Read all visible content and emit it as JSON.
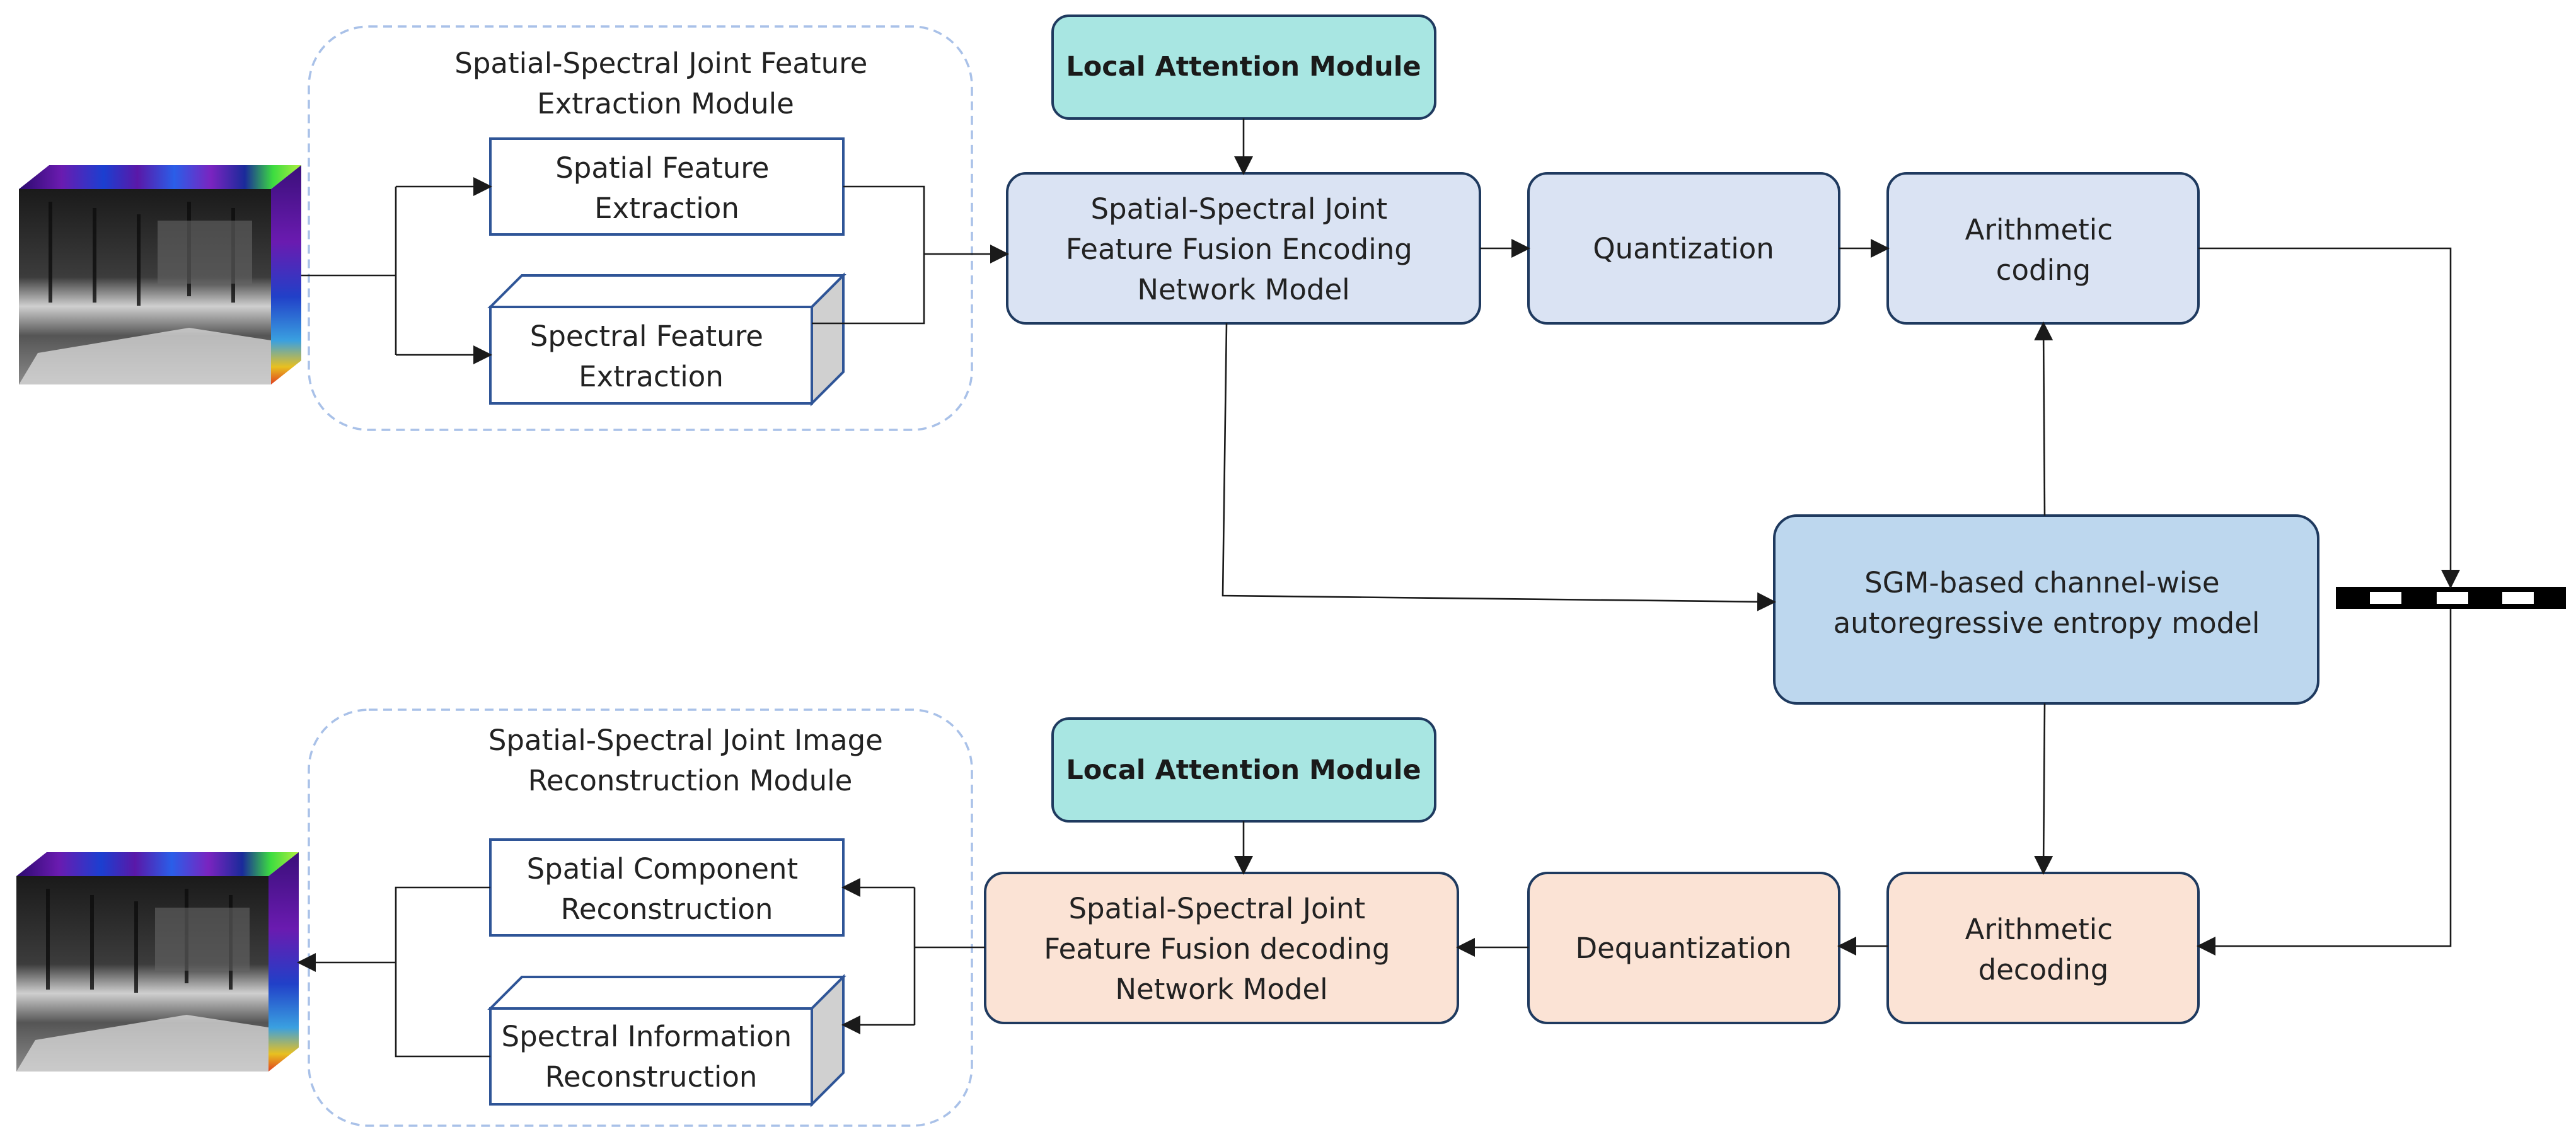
{
  "encoder": {
    "feature_module_title": [
      "Spatial-Spectral Joint Feature",
      "Extraction Module"
    ],
    "spatial_extraction": [
      "Spatial Feature",
      "Extraction"
    ],
    "spectral_extraction": [
      "Spectral Feature",
      "Extraction"
    ],
    "local_attention": "Local Attention Module",
    "encoding_network": [
      "Spatial-Spectral Joint",
      "Feature Fusion Encoding",
      "Network Model"
    ],
    "quantization": "Quantization",
    "arithmetic_coding": [
      "Arithmetic",
      "coding"
    ]
  },
  "entropy_model": [
    "SGM-based channel-wise",
    "autoregressive entropy model"
  ],
  "decoder": {
    "reconstruction_module_title": [
      "Spatial-Spectral Joint Image",
      "Reconstruction  Module"
    ],
    "spatial_reconstruction": [
      "Spatial Component",
      "Reconstruction"
    ],
    "spectral_reconstruction": [
      "Spectral Information",
      "Reconstruction"
    ],
    "local_attention": "Local Attention Module",
    "decoding_network": [
      "Spatial-Spectral Joint",
      "Feature Fusion decoding",
      "Network Model"
    ],
    "dequantization": "Dequantization",
    "arithmetic_decoding": [
      "Arithmetic",
      "decoding"
    ]
  },
  "colors": {
    "encoder_fill": "#dae3f3",
    "decoder_fill": "#fbe3d5",
    "attention_fill": "#a8e6e2",
    "entropy_fill": "#bdd7ee",
    "box_stroke": "#1f3a5f",
    "extraction_stroke": "#2f5597",
    "dashed_module": "#a9c1e8",
    "cube_side": "#d0d0d0"
  }
}
